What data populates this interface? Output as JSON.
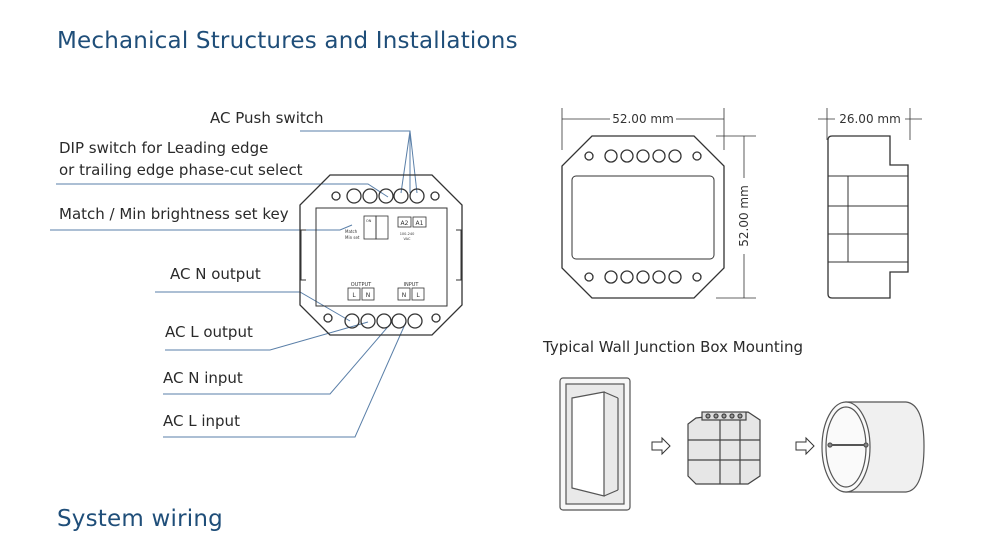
{
  "title": "Mechanical Structures and Installations",
  "callouts": {
    "push_switch": "AC Push switch",
    "dip_switch_line1": "DIP switch for Leading edge",
    "dip_switch_line2": "or trailing edge phase-cut select",
    "match_key": "Match / Min brightness set key",
    "n_output": "AC N output",
    "l_output": "AC L output",
    "n_input": "AC N input",
    "l_input": "AC L input"
  },
  "device_labels": {
    "a2": "A2",
    "a1": "A1",
    "voltage": "100-240",
    "vac": "VAC",
    "match": "Match",
    "min_set": "Min set",
    "on": "ON",
    "output": "OUTPUT",
    "input": "INPUT",
    "l": "L",
    "n": "N"
  },
  "dimensions": {
    "width": "52.00 mm",
    "height": "52.00 mm",
    "depth": "26.00 mm"
  },
  "mounting_title": "Typical Wall Junction Box Mounting",
  "section_wiring": "System wiring",
  "colors": {
    "heading": "#1f4e79",
    "line": "#333333",
    "leader": "#5a7fa8"
  }
}
